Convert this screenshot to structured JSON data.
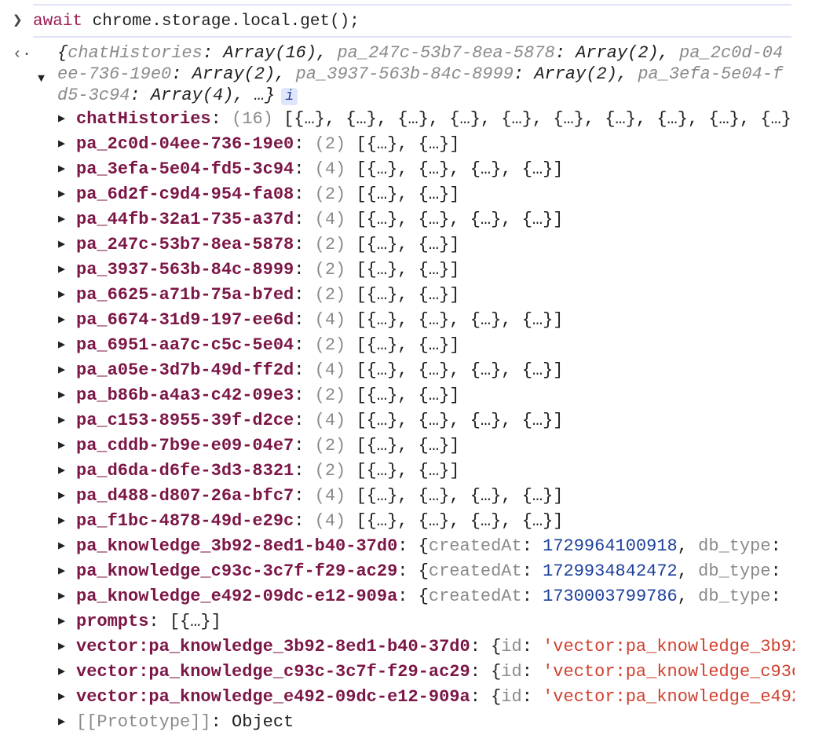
{
  "console": {
    "command": {
      "keyword": "await",
      "rest": " chrome.storage.local.get();"
    },
    "summary": {
      "segments": [
        {
          "key": "chatHistories",
          "value": "Array(16)"
        },
        {
          "key": "pa_247c-53b7-8ea-5878",
          "value": "Array(2)"
        },
        {
          "key": "pa_2c0d-04ee-736-19e0",
          "value": "Array(2)"
        },
        {
          "key": "pa_3937-563b-84c-8999",
          "value": "Array(2)"
        },
        {
          "key": "pa_3efa-5e04-fd5-3c94",
          "value": "Array(4)"
        }
      ],
      "ellipsis": "…}",
      "info_badge": "i"
    },
    "rows": [
      {
        "key": "chatHistories",
        "type": "array",
        "count": "(16)",
        "preview": "[{…}, {…}, {…}, {…}, {…}, {…}, {…}, {…}, {…}, {…}"
      },
      {
        "key": "pa_2c0d-04ee-736-19e0",
        "type": "array",
        "count": "(2)",
        "preview": "[{…}, {…}]"
      },
      {
        "key": "pa_3efa-5e04-fd5-3c94",
        "type": "array",
        "count": "(4)",
        "preview": "[{…}, {…}, {…}, {…}]"
      },
      {
        "key": "pa_6d2f-c9d4-954-fa08",
        "type": "array",
        "count": "(2)",
        "preview": "[{…}, {…}]"
      },
      {
        "key": "pa_44fb-32a1-735-a37d",
        "type": "array",
        "count": "(4)",
        "preview": "[{…}, {…}, {…}, {…}]"
      },
      {
        "key": "pa_247c-53b7-8ea-5878",
        "type": "array",
        "count": "(2)",
        "preview": "[{…}, {…}]"
      },
      {
        "key": "pa_3937-563b-84c-8999",
        "type": "array",
        "count": "(2)",
        "preview": "[{…}, {…}]"
      },
      {
        "key": "pa_6625-a71b-75a-b7ed",
        "type": "array",
        "count": "(2)",
        "preview": "[{…}, {…}]"
      },
      {
        "key": "pa_6674-31d9-197-ee6d",
        "type": "array",
        "count": "(4)",
        "preview": "[{…}, {…}, {…}, {…}]"
      },
      {
        "key": "pa_6951-aa7c-c5c-5e04",
        "type": "array",
        "count": "(2)",
        "preview": "[{…}, {…}]"
      },
      {
        "key": "pa_a05e-3d7b-49d-ff2d",
        "type": "array",
        "count": "(4)",
        "preview": "[{…}, {…}, {…}, {…}]"
      },
      {
        "key": "pa_b86b-a4a3-c42-09e3",
        "type": "array",
        "count": "(2)",
        "preview": "[{…}, {…}]"
      },
      {
        "key": "pa_c153-8955-39f-d2ce",
        "type": "array",
        "count": "(4)",
        "preview": "[{…}, {…}, {…}, {…}]"
      },
      {
        "key": "pa_cddb-7b9e-e09-04e7",
        "type": "array",
        "count": "(2)",
        "preview": "[{…}, {…}]"
      },
      {
        "key": "pa_d6da-d6fe-3d3-8321",
        "type": "array",
        "count": "(2)",
        "preview": "[{…}, {…}]"
      },
      {
        "key": "pa_d488-d807-26a-bfc7",
        "type": "array",
        "count": "(4)",
        "preview": "[{…}, {…}, {…}, {…}]"
      },
      {
        "key": "pa_f1bc-4878-49d-e29c",
        "type": "array",
        "count": "(4)",
        "preview": "[{…}, {…}, {…}, {…}]"
      },
      {
        "key": "pa_knowledge_3b92-8ed1-b40-37d0",
        "type": "object",
        "p1": "createdAt",
        "v1": "1729964100918",
        "v1type": "num",
        "p2": "db_type"
      },
      {
        "key": "pa_knowledge_c93c-3c7f-f29-ac29",
        "type": "object",
        "p1": "createdAt",
        "v1": "1729934842472",
        "v1type": "num",
        "p2": "db_type"
      },
      {
        "key": "pa_knowledge_e492-09dc-e12-909a",
        "type": "object",
        "p1": "createdAt",
        "v1": "1730003799786",
        "v1type": "num",
        "p2": "db_type"
      },
      {
        "key": "prompts",
        "type": "plain",
        "preview": "[{…}]"
      },
      {
        "key": "vector:pa_knowledge_3b92-8ed1-b40-37d0",
        "type": "object",
        "p1": "id",
        "v1": "'vector:pa_knowledge_3b92",
        "v1type": "str"
      },
      {
        "key": "vector:pa_knowledge_c93c-3c7f-f29-ac29",
        "type": "object",
        "p1": "id",
        "v1": "'vector:pa_knowledge_c93c",
        "v1type": "str"
      },
      {
        "key": "vector:pa_knowledge_e492-09dc-e12-909a",
        "type": "object",
        "p1": "id",
        "v1": "'vector:pa_knowledge_e492",
        "v1type": "str"
      }
    ],
    "prototype": {
      "key": "[[Prototype]]",
      "value": "Object"
    }
  }
}
